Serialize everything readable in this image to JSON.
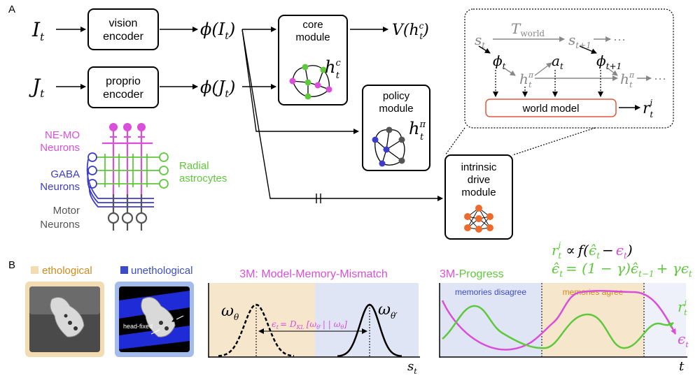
{
  "panel_a": {
    "label": "A",
    "inputs": {
      "vision_input": "I",
      "vision_input_sub": "t",
      "proprio_input": "J",
      "proprio_input_sub": "t"
    },
    "vision_encoder": [
      "vision",
      "encoder"
    ],
    "proprio_encoder": [
      "proprio",
      "encoder"
    ],
    "phi_vision": "ϕ(I",
    "phi_proprio": "ϕ(J",
    "phi_sub": "t",
    "phi_close": ")",
    "core_module": [
      "core",
      "module"
    ],
    "core_state": "h",
    "core_state_sup": "c",
    "core_state_sub": "t",
    "value_output": "V(h",
    "value_sup": "c",
    "value_sub": "t",
    "value_close": ")",
    "policy_module": [
      "policy",
      "module"
    ],
    "policy_state": "h",
    "policy_state_sup": "π",
    "policy_state_sub": "t",
    "intrinsic_module": [
      "intrinsic",
      "drive",
      "module"
    ],
    "world_model": {
      "label": "world model",
      "s_t": "s",
      "s_t_sub": "t",
      "transition": "T",
      "transition_sub": "world",
      "s_next": "s",
      "s_next_sub": "t+1",
      "ellipsis": "···",
      "phi_t": "ϕ",
      "phi_t_sub": "t",
      "a_t": "a",
      "a_t_sub": "t",
      "phi_next": "ϕ",
      "phi_next_sub": "t+1",
      "h_pi": "h",
      "h_pi_sup": "π",
      "h_pi_sub": "t",
      "reward": "r",
      "reward_sup": "i",
      "reward_sub": "t"
    },
    "neurons": {
      "ne_mo": [
        "NE-MO",
        "Neurons"
      ],
      "gaba": [
        "GABA",
        "Neurons"
      ],
      "motor": [
        "Motor",
        "Neurons"
      ],
      "astro": [
        "Radial",
        "astrocytes"
      ]
    },
    "colors": {
      "ne_mo": "#d94fd9",
      "gaba": "#3c3cc8",
      "astro": "#5fc83c",
      "motor": "#555555",
      "world_model_border": "#e0593c",
      "intrinsic_nodes": "#ee6a2a"
    }
  },
  "panel_b": {
    "label": "B",
    "legend_ethological": "ethological",
    "legend_unethological": "unethological",
    "head_fixed": "head-fixed",
    "mismatch_title": "3M: Model-Memory-Mismatch",
    "omega_left": "ω",
    "omega_left_sub": "θ",
    "omega_right": "ω",
    "omega_right_sub": "θ′",
    "epsilon_formula": "ϵ",
    "epsilon_formula_sub": "t",
    "epsilon_formula_rhs": "= D",
    "epsilon_formula_kl": "KL",
    "epsilon_formula_args": "[ω",
    "epsilon_formula_args2": "θ′",
    "epsilon_formula_args3": "| | ω",
    "epsilon_formula_args4": "θ",
    "epsilon_formula_args5": "]",
    "x_axis_mismatch": "s",
    "x_axis_mismatch_sub": "t",
    "progress_title_a": "3M-",
    "progress_title_b": "Progress",
    "reward_eq_l": "r",
    "reward_eq_sup": "i",
    "reward_eq_sub": "t",
    "reward_eq_prop": "∝",
    "reward_eq_f": "f(",
    "reward_eq_hat": "ϵ̂",
    "reward_eq_hat_sub": "t",
    "reward_eq_minus": "−",
    "reward_eq_eps": "ϵ",
    "reward_eq_eps_sub": "t",
    "reward_eq_close": ")",
    "ema_lhs": "ϵ̂",
    "ema_lhs_sub": "t",
    "ema_rhs1": "= (1 − γ)ϵ̂",
    "ema_rhs1_sub": "t−1",
    "ema_rhs2": "+ γϵ",
    "ema_rhs2_sub": "t",
    "region_disagree": "memories disagree",
    "region_agree": "memories agree",
    "curve_reward": "r",
    "curve_reward_sup": "i",
    "curve_reward_sub": "t",
    "curve_eps": "ϵ",
    "curve_eps_sub": "t",
    "x_axis_progress": "t",
    "colors": {
      "ethological_bg": "#f3dcb1",
      "unethological_bg": "#a4bcec",
      "magenta": "#d94fd9",
      "green": "#5fc83c",
      "orange_text": "#d08a1e",
      "blue_text": "#3c4cc8",
      "progress_blue_region": "#dfe5f5",
      "progress_tan_region": "#f6e7cc"
    }
  }
}
